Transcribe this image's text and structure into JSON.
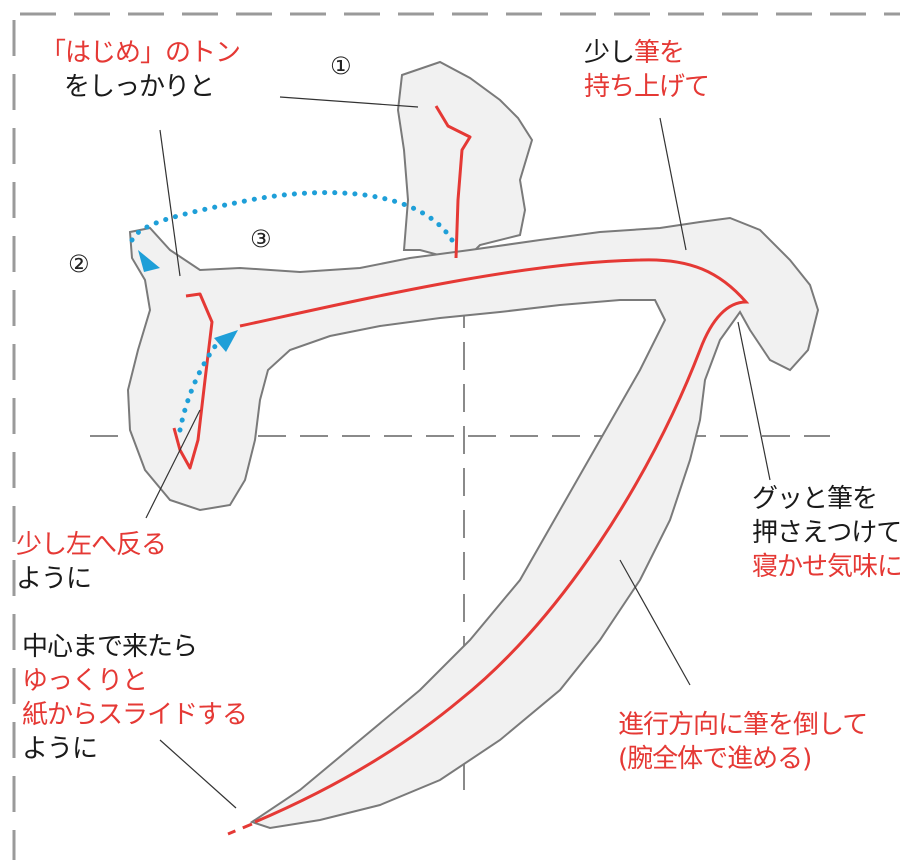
{
  "colors": {
    "accent_red": "#e53935",
    "arrow_blue": "#1e9fd8",
    "guide_gray": "#9a9a9a",
    "stroke_fill": "#f1f1f1",
    "stroke_outline": "#7a7a7a"
  },
  "steps": [
    "①",
    "②",
    "③"
  ],
  "annotations": {
    "start": {
      "red": "「はじめ」のトン",
      "black": "をしっかりと"
    },
    "lift": {
      "black": "少し",
      "red1": "筆を",
      "red2": "持ち上げて"
    },
    "press": {
      "line1": "グッと筆を",
      "line2": "押さえつけて",
      "line3": "寝かせ気味に"
    },
    "reverse": {
      "red": "少し左へ反る",
      "black": "ように"
    },
    "center": {
      "line1": "中心まで来たら",
      "line2": "ゆっくりと",
      "line3": "紙からスライドする",
      "line4": "ように"
    },
    "direction": {
      "line1": "進行方向に筆を倒して",
      "line2": "(腕全体で進める)"
    }
  }
}
